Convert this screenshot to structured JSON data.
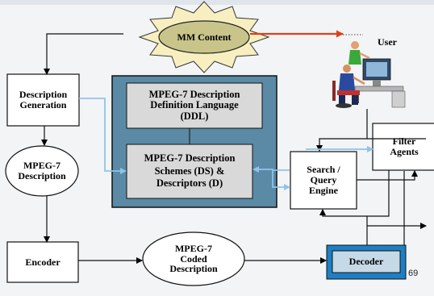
{
  "nodes": {
    "mm_content": "MM Content",
    "user": "User",
    "description_generation": "Description\nGeneration",
    "ddl": "MPEG-7 Description\nDefinition Language\n(DDL)",
    "ds_d": "MPEG-7 Description\nSchemes (DS) &\nDescriptors (D)",
    "mpeg7_description": "MPEG-7\nDescription",
    "filter_agents": "Filter\nAgents",
    "search_query_engine": "Search /\nQuery\nEngine",
    "encoder": "Encoder",
    "coded_description": "MPEG-7\nCoded\nDescription",
    "decoder": "Decoder"
  },
  "page_number": "69",
  "colors": {
    "standard_panel": "#5a8aa5",
    "inner_box": "#d9d9d9",
    "decoder_outer": "#1f7fc4",
    "decoder_inner": "#c6d9e6",
    "sun": "#f7efc0",
    "highlight_arrow": "#e0401a",
    "link_blue": "#8ec3ea"
  },
  "icons": [
    "sun-burst-shape",
    "user-at-computer-icon"
  ]
}
